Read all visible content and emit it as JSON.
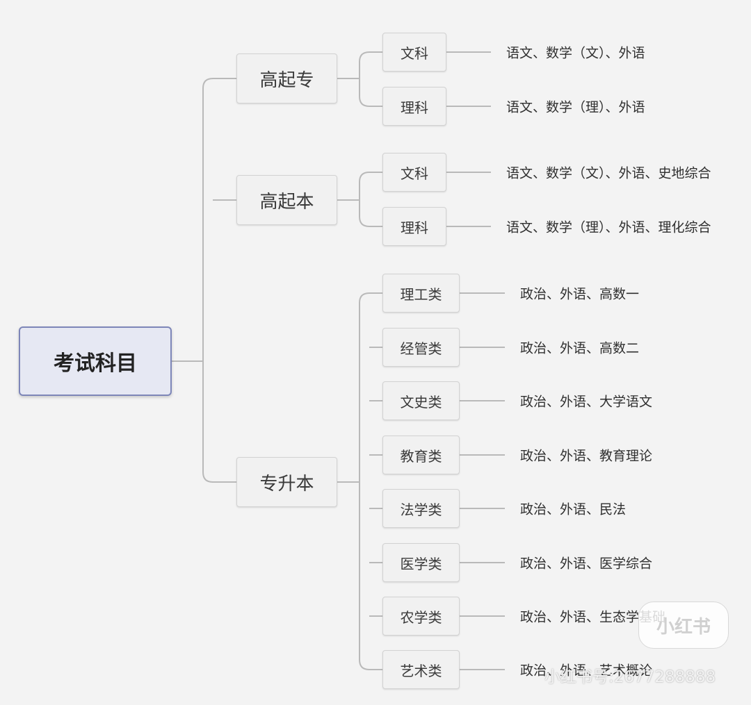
{
  "root": "考试科目",
  "groups": [
    {
      "label": "高起专",
      "items": [
        {
          "label": "文科",
          "subjects": "语文、数学（文）、外语"
        },
        {
          "label": "理科",
          "subjects": "语文、数学（理）、外语"
        }
      ]
    },
    {
      "label": "高起本",
      "items": [
        {
          "label": "文科",
          "subjects": "语文、数学（文）、外语、史地综合"
        },
        {
          "label": "理科",
          "subjects": "语文、数学（理）、外语、理化综合"
        }
      ]
    },
    {
      "label": "专升本",
      "items": [
        {
          "label": "理工类",
          "subjects": "政治、外语、高数一"
        },
        {
          "label": "经管类",
          "subjects": "政治、外语、高数二"
        },
        {
          "label": "文史类",
          "subjects": "政治、外语、大学语文"
        },
        {
          "label": "教育类",
          "subjects": "政治、外语、教育理论"
        },
        {
          "label": "法学类",
          "subjects": "政治、外语、民法"
        },
        {
          "label": "医学类",
          "subjects": "政治、外语、医学综合"
        },
        {
          "label": "农学类",
          "subjects": "政治、外语、生态学基础"
        },
        {
          "label": "艺术类",
          "subjects": "政治、外语、艺术概论"
        }
      ]
    }
  ],
  "watermark": {
    "badge": "小红书",
    "account": "小红书号:2677288888"
  }
}
